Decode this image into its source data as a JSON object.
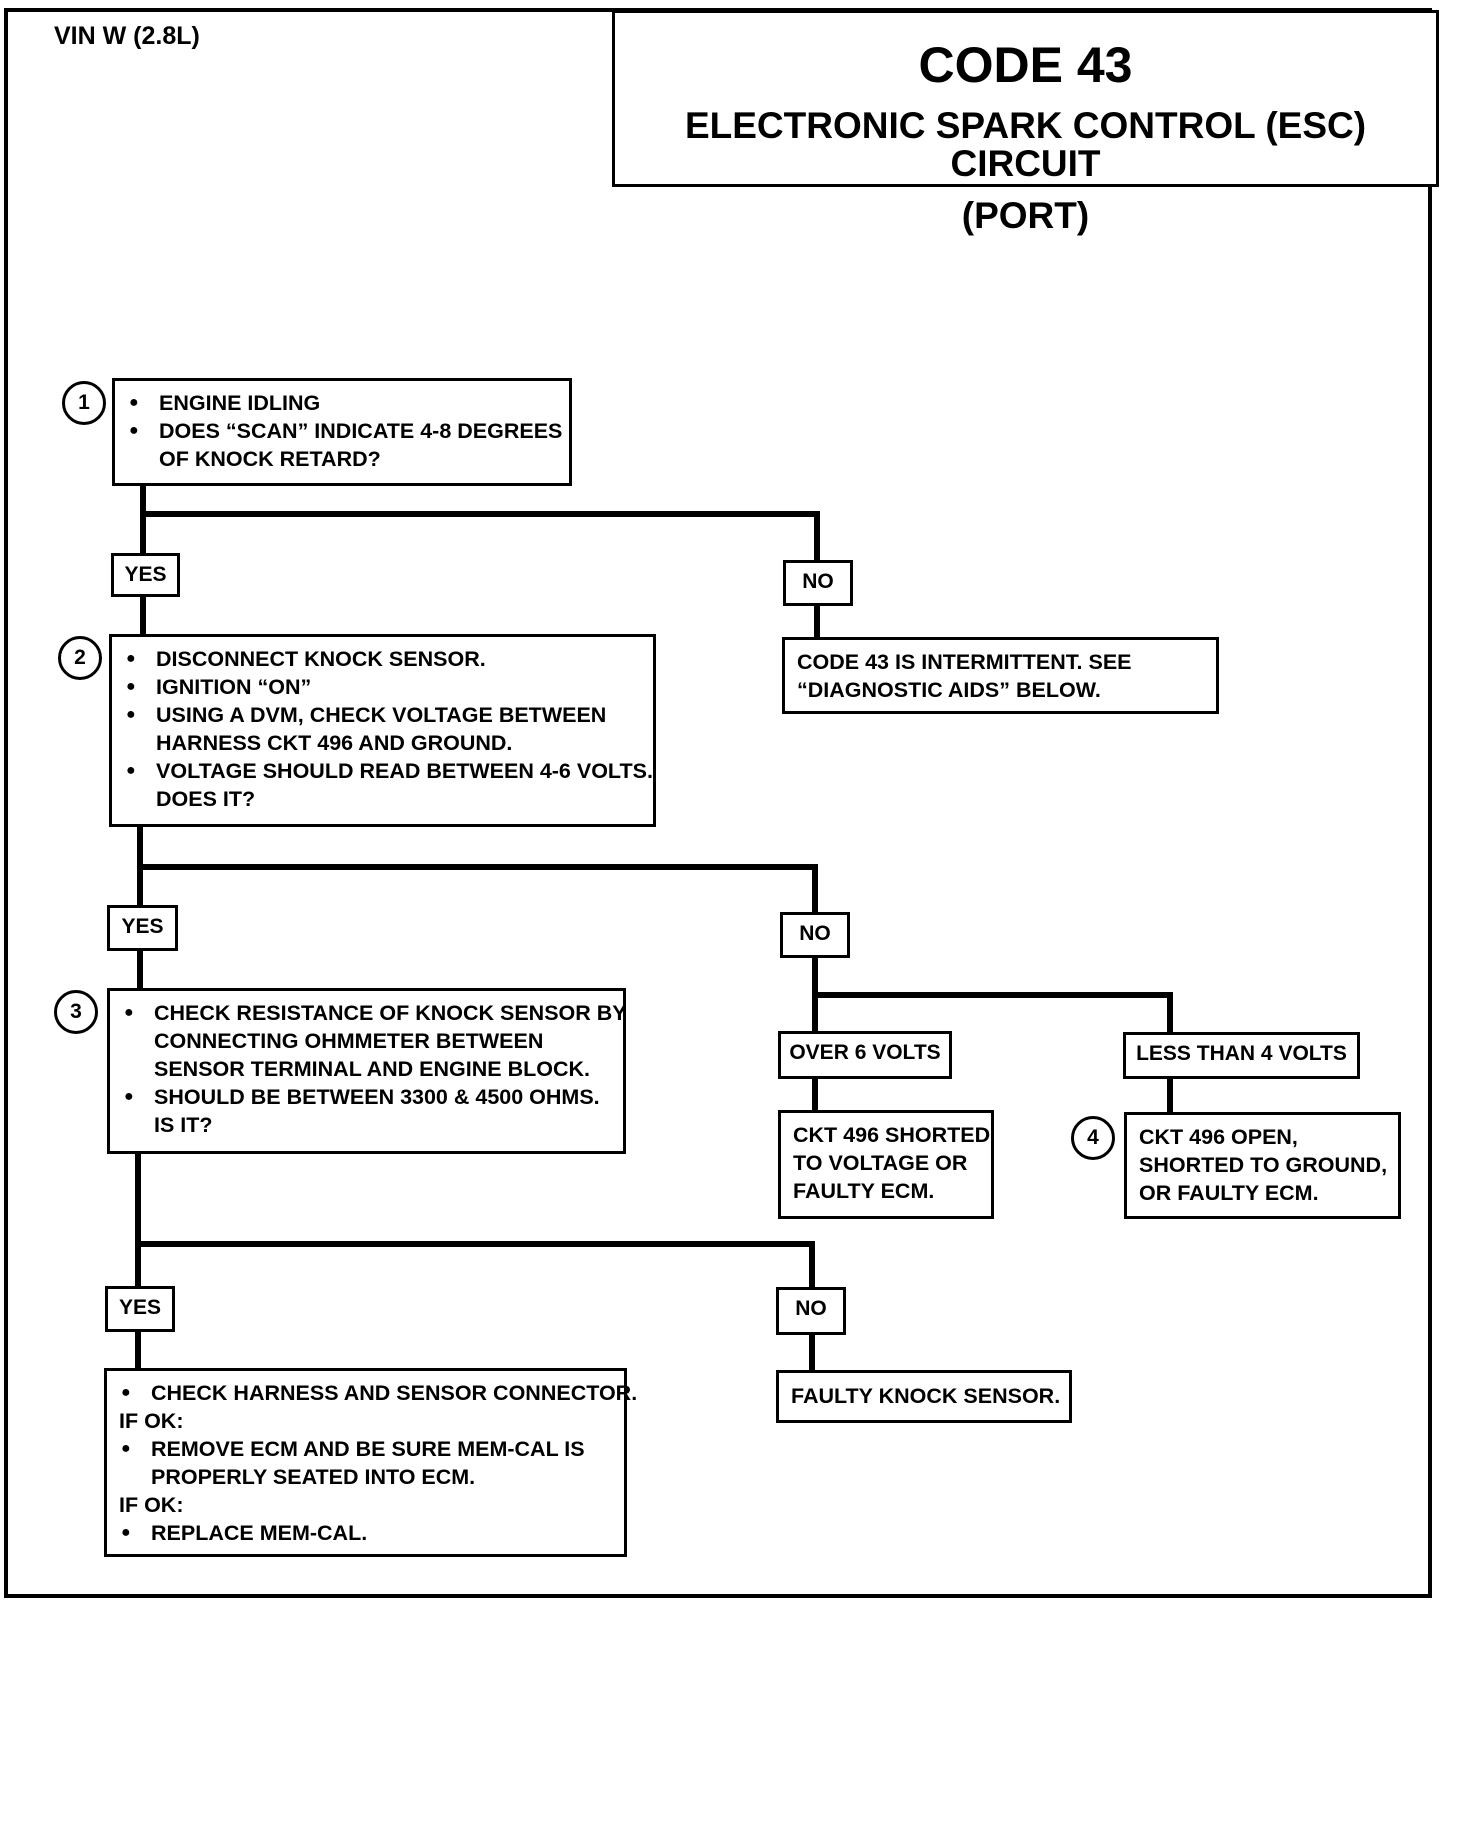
{
  "header": {
    "vin": "VIN W (2.8L)",
    "code": "CODE 43",
    "title_line1": "ELECTRONIC SPARK CONTROL (ESC) CIRCUIT",
    "title_line2": "(PORT)"
  },
  "steps": {
    "s1": "1",
    "s2": "2",
    "s3": "3",
    "s4": "4"
  },
  "labels": {
    "yes": "YES",
    "no": "NO",
    "over_6_volts": "OVER 6 VOLTS",
    "less_than_4_volts": "LESS THAN 4 VOLTS"
  },
  "boxes": {
    "step1": [
      "ENGINE IDLING",
      "DOES “SCAN” INDICATE 4-8 DEGREES",
      "OF KNOCK RETARD?"
    ],
    "intermittent": [
      "CODE 43 IS INTERMITTENT.  SEE",
      "“DIAGNOSTIC AIDS”  BELOW."
    ],
    "step2": [
      "DISCONNECT KNOCK SENSOR.",
      "IGNITION “ON”",
      "USING A DVM, CHECK VOLTAGE BETWEEN",
      "HARNESS CKT 496 AND GROUND.",
      "VOLTAGE SHOULD READ BETWEEN 4-6 VOLTS.",
      "DOES IT?"
    ],
    "step3": [
      "CHECK RESISTANCE OF KNOCK SENSOR BY",
      "CONNECTING OHMMETER BETWEEN",
      "SENSOR TERMINAL AND ENGINE BLOCK.",
      "SHOULD BE BETWEEN 3300 & 4500 OHMS.",
      "IS IT?"
    ],
    "shorted_voltage": [
      "CKT 496 SHORTED",
      "TO VOLTAGE OR",
      "FAULTY ECM."
    ],
    "open_ground": [
      "CKT 496 OPEN,",
      "SHORTED TO GROUND,",
      "OR FAULTY ECM."
    ],
    "check_harness": [
      "CHECK HARNESS AND SENSOR CONNECTOR.",
      "IF OK:",
      "REMOVE ECM AND BE SURE MEM-CAL IS",
      "PROPERLY SEATED INTO ECM.",
      "IF OK:",
      "REPLACE MEM-CAL."
    ],
    "faulty_sensor": "FAULTY KNOCK SENSOR."
  }
}
